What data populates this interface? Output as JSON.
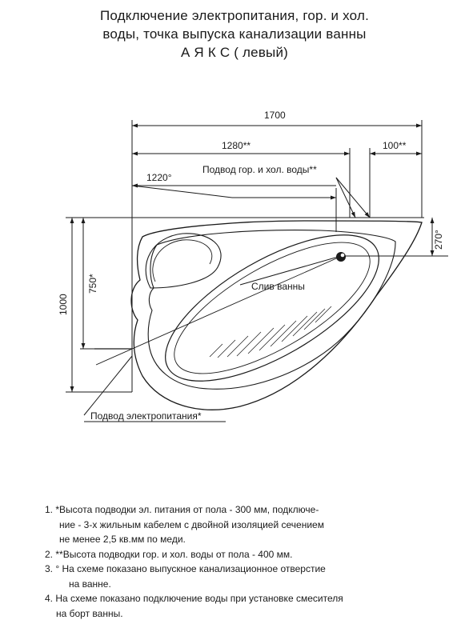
{
  "title": {
    "line1": "Подключение электропитания, гор. и хол.",
    "line2": "воды, точка выпуска канализации ванны",
    "line3": "А Я К С  ( левый)"
  },
  "dimensions": {
    "width_total": "1700",
    "width_1280": "1280**",
    "width_100": "100**",
    "width_1220": "1220°",
    "height_total": "1000",
    "height_750": "750*",
    "offset_270": "270°"
  },
  "labels": {
    "water_supply": "Подвод гор. и хол. воды**",
    "drain": "Слив ванны",
    "power_supply": "Подвод электропитания*"
  },
  "notes": [
    {
      "num": "1.",
      "lines": [
        "*Высота подводки эл. питания от пола - 300 мм, подключе-",
        "ние - 3-х жильным кабелем с двойной изоляцией сечением",
        "не менее 2,5 кв.мм по меди."
      ]
    },
    {
      "num": "2.",
      "lines": [
        "**Высота подводки гор. и хол. воды от пола - 400 мм."
      ]
    },
    {
      "num": "3.",
      "lines": [
        "° На схеме показано выпускное канализационное отверстие",
        "на ванне."
      ]
    },
    {
      "num": "4.",
      "lines": [
        "На схеме показано подключение воды при установке смесителя",
        "на борт ванны."
      ]
    }
  ]
}
